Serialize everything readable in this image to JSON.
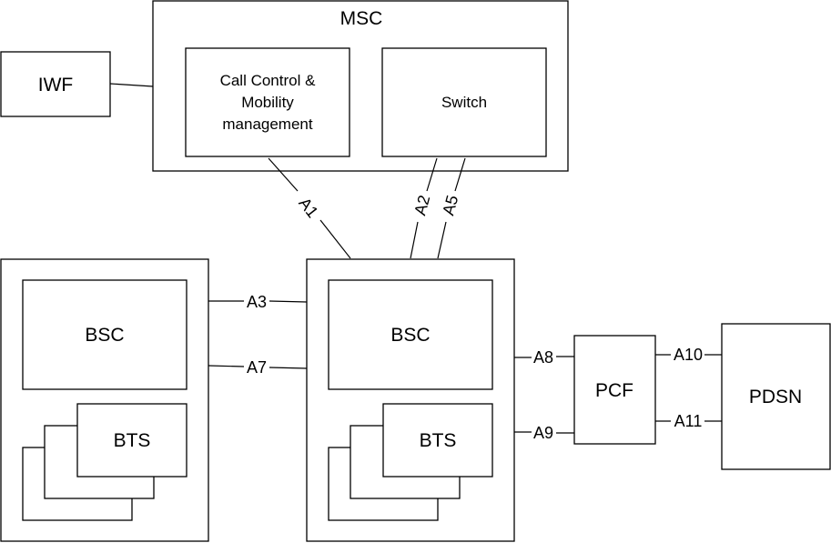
{
  "diagram": {
    "msc": {
      "title": "MSC"
    },
    "call_control": {
      "line1": "Call Control &",
      "line2": "Mobility",
      "line3": "management"
    },
    "switch": {
      "label": "Switch"
    },
    "iwf": {
      "label": "IWF"
    },
    "left_bs": {
      "bsc_label": "BSC",
      "bts_label": "BTS"
    },
    "center_bs": {
      "bsc_label": "BSC",
      "bts_label": "BTS"
    },
    "pcf": {
      "label": "PCF"
    },
    "pdsn": {
      "label": "PDSN"
    },
    "interfaces": {
      "a1": "A1",
      "a2": "A2",
      "a5": "A5",
      "a3": "A3",
      "a7": "A7",
      "a8": "A8",
      "a9": "A9",
      "a10": "A10",
      "a11": "A11"
    }
  }
}
